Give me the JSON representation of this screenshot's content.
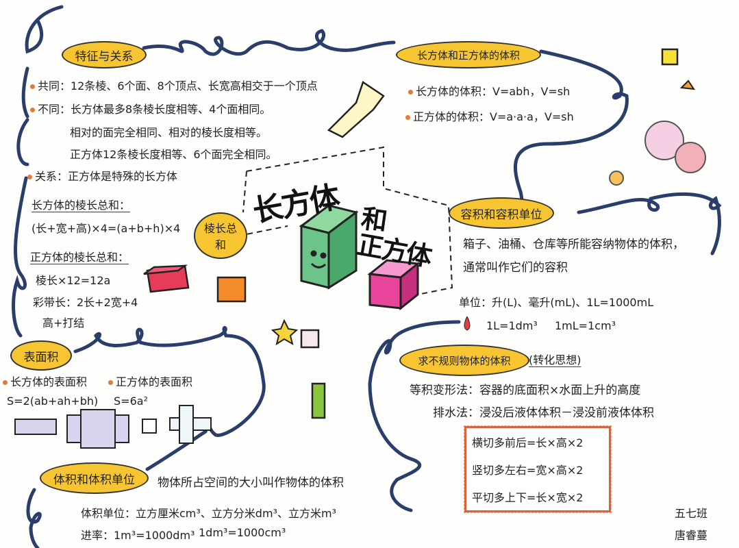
{
  "title": {
    "line1": "长方体",
    "line2": "和",
    "line3": "正方体"
  },
  "features": {
    "heading": "特征与关系",
    "common": "共同：12条棱、6个面、8个顶点、长宽高相交于一个顶点",
    "different": "不同：长方体最多8条棱长度相等、4个面相同。",
    "different_2": "相对的面完全相同、相对的棱长度相等。",
    "different_3": "正方体12条棱长度相等、6个面完全相同。",
    "relation": "关系：正方体是特殊的长方体",
    "edge_sum_badge": "棱长总和",
    "cuboid_edge_label": "长方体的棱长总和：",
    "cuboid_edge_formula": "(长+宽+高)×4=(a+b+h)×4",
    "cube_edge_label": "正方体的棱长总和：",
    "cube_edge_formula": "棱长×12=12a",
    "ribbon_1": "彩带长：2长+2宽+4",
    "ribbon_2": "高+打结"
  },
  "volume": {
    "heading": "长方体和正方体的体积",
    "cuboid": "长方体的体积：V=abh，V=sh",
    "cube": "正方体的体积：V=a·a·a，V=sh"
  },
  "capacity": {
    "heading": "容积和容积单位",
    "def_1": "箱子、油桶、仓库等所能容纳物体的体积，",
    "def_2": "通常叫作它们的容积",
    "units": "单位：升(L)、毫升(mL)、1L=1000mL",
    "conv_1": "1L=1dm³",
    "conv_2": "1mL=1cm³"
  },
  "irregular": {
    "heading": "求不规则物体的体积",
    "note": "(转化思想)",
    "method_1": "等积变形法：容器的底面积×水面上升的高度",
    "method_2": "排水法：浸没后液体体积－浸没前液体体积",
    "cuts": [
      "横切多前后=长×高×2",
      "竖切多左右=宽×高×2",
      "平切多上下=长×宽×2"
    ]
  },
  "surface": {
    "heading": "表面积",
    "cuboid_label": "长方体的表面积",
    "cuboid_formula": "S=2(ab+ah+bh)",
    "cube_label": "正方体的表面积",
    "cube_formula": "S=6a²"
  },
  "volume_units": {
    "heading": "体积和体积单位",
    "definition": "物体所占空间的大小叫作物体的体积",
    "units": "体积单位：立方厘米cm³、立方分米dm³、立方米m³",
    "rate_1": "进率：1m³=1000dm³",
    "rate_2": "1dm³=1000cm³"
  },
  "signature": {
    "class": "五七班",
    "name": "唐睿蔓"
  },
  "colors": {
    "pill": "#f6c531",
    "line": "#2b3d6b",
    "bullet": "#e07b39",
    "box": "#e0603a"
  }
}
